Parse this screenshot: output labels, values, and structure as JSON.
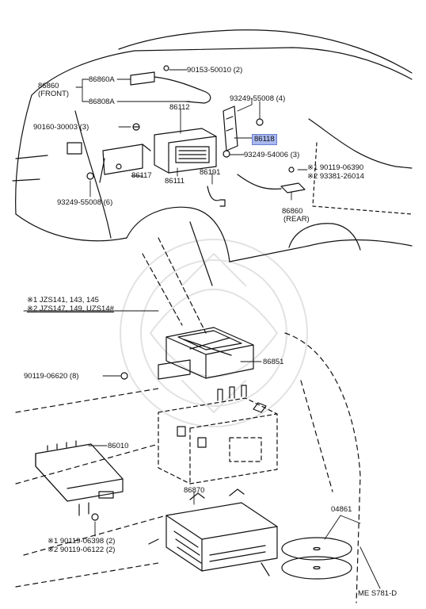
{
  "diagram": {
    "highlight_color": "#a9b8ee",
    "footer_code": "ME S781-D",
    "notes": [
      {
        "mark": "※1",
        "text": "JZS141, 143, 145"
      },
      {
        "mark": "※2",
        "text": "JZS147, 149, UZS14#"
      }
    ],
    "callouts": [
      {
        "text": "90153-50010 (2)"
      },
      {
        "text": "86860"
      },
      {
        "text": "(FRONT)"
      },
      {
        "text": "86860A"
      },
      {
        "text": "86808A"
      },
      {
        "text": "86112"
      },
      {
        "text": "93249-55008 (4)"
      },
      {
        "text": "90160-30003 (3)"
      },
      {
        "text": "86118"
      },
      {
        "text": "93249-54006 (3)"
      },
      {
        "text": "86117"
      },
      {
        "text": "86191"
      },
      {
        "text": "86111"
      },
      {
        "text": "※1  90119-06390"
      },
      {
        "text": "※2  93381-26014"
      },
      {
        "text": "93249-55008 (6)"
      },
      {
        "text": "86860"
      },
      {
        "text": "(REAR)"
      },
      {
        "text": "86851"
      },
      {
        "text": "90119-06620 (8)"
      },
      {
        "text": "86010"
      },
      {
        "text": "86870"
      },
      {
        "text": "04861"
      },
      {
        "text": "※1  90119-06398 (2)"
      },
      {
        "text": "※2  90119-06122 (2)"
      }
    ]
  }
}
